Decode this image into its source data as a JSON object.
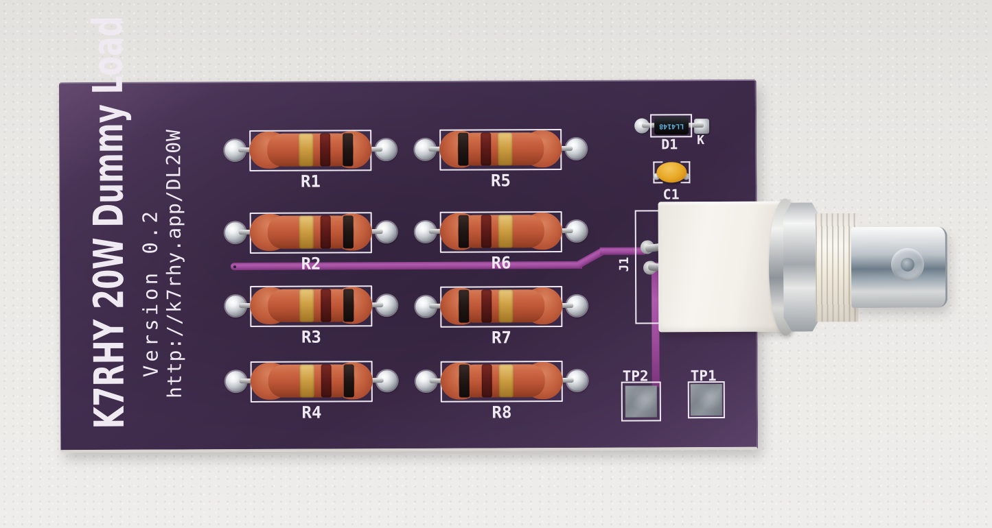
{
  "board": {
    "title": "K7RHY 20W Dummy Load",
    "version": "Version 0.2",
    "url": "http://k7rhy.app/DL20W"
  },
  "resistors": [
    {
      "label": "R1",
      "orientation": "gold-band-left"
    },
    {
      "label": "R2",
      "orientation": "gold-band-left"
    },
    {
      "label": "R3",
      "orientation": "gold-band-left"
    },
    {
      "label": "R4",
      "orientation": "gold-band-left"
    },
    {
      "label": "R5",
      "orientation": "gold-band-right"
    },
    {
      "label": "R6",
      "orientation": "gold-band-right"
    },
    {
      "label": "R7",
      "orientation": "gold-band-right"
    },
    {
      "label": "R8",
      "orientation": "gold-band-right"
    }
  ],
  "diode": {
    "label": "D1",
    "cathode_label": "K",
    "marking": "LL4148"
  },
  "capacitor": {
    "label": "C1"
  },
  "connector": {
    "label": "J1"
  },
  "test_points": [
    {
      "label": "TP2"
    },
    {
      "label": "TP1"
    }
  ],
  "colors": {
    "pcb": "#412d4e",
    "silkscreen": "#efeaf2",
    "trace": "#a04d9f",
    "resistor_body": "#bc5536",
    "band_gold": "#cfa044",
    "band_dark_red": "#5c1a18",
    "band_black": "#1b1210",
    "capacitor_body": "#e8a826"
  }
}
